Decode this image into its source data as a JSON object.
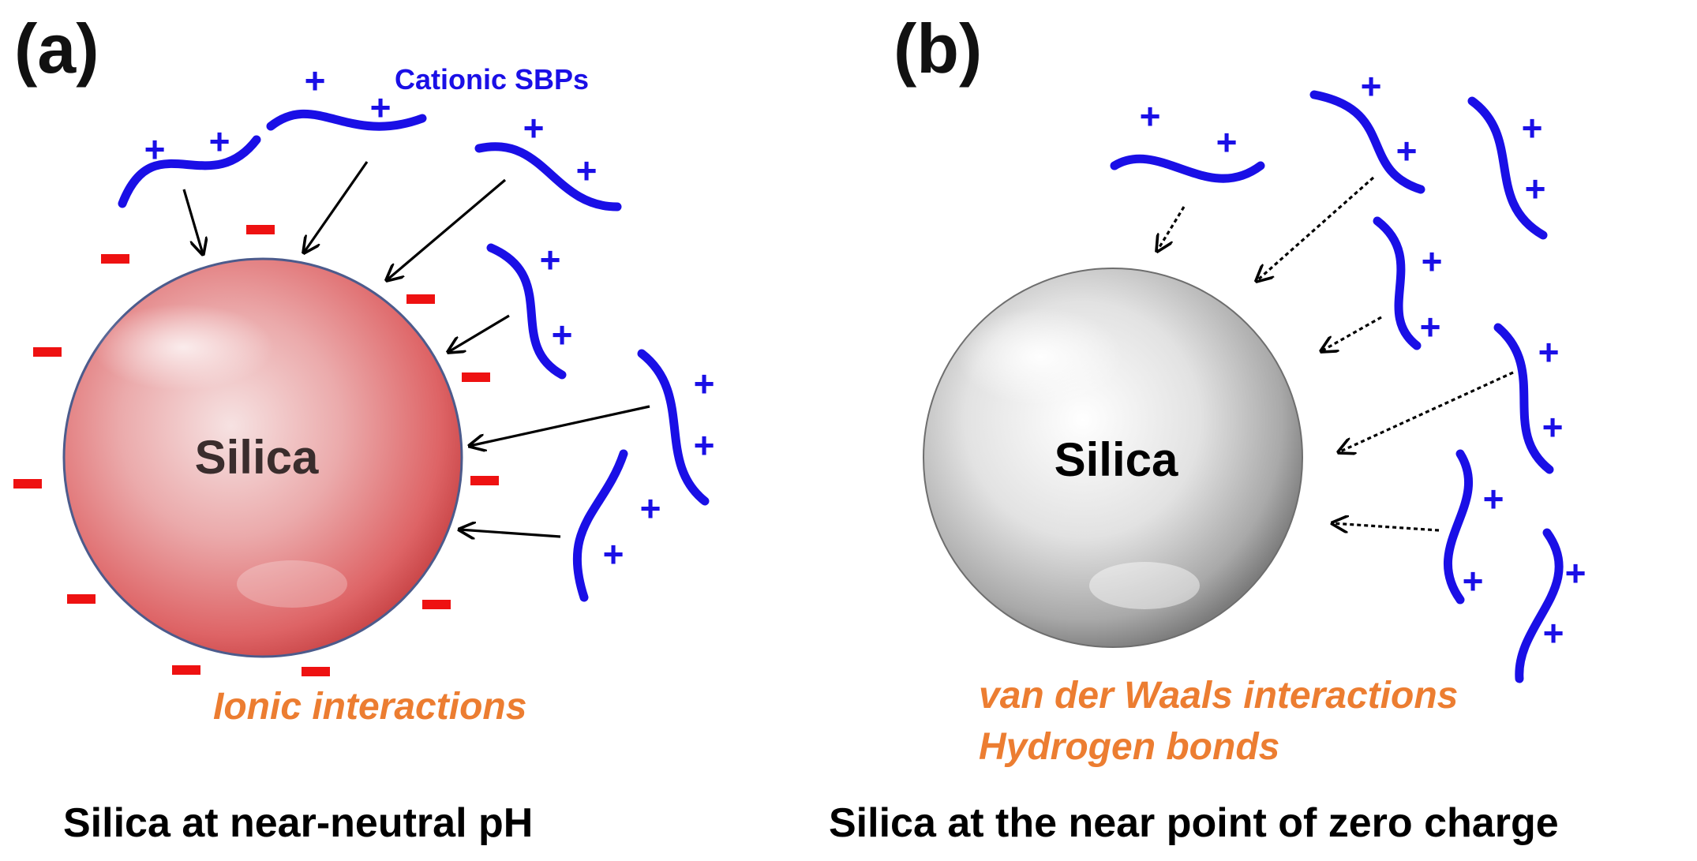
{
  "panels": [
    {
      "letter": "(a)",
      "particle_label": "Silica",
      "sbp_label": "Cationic SBPs",
      "interaction_lines": [
        "Ionic interactions"
      ],
      "caption": "Silica at near-neutral pH",
      "surface_charge": "negative",
      "arrow_style": "solid"
    },
    {
      "letter": "(b)",
      "particle_label": "Silica",
      "interaction_lines": [
        "van der Waals interactions",
        "Hydrogen bonds"
      ],
      "caption": "Silica at the near point of zero charge",
      "surface_charge": "neutral",
      "arrow_style": "dotted"
    }
  ],
  "symbols": {
    "positive": "+",
    "negative": "−"
  },
  "colors": {
    "chain": "#1a0fe6",
    "positive_charge": "#1a0fe6",
    "negative_charge": "#ee1111",
    "interaction_text": "#ec7d31",
    "sbp_label": "#1a0fe6",
    "silica_a": "#e06a6c",
    "silica_b": "#cfcfcf"
  }
}
